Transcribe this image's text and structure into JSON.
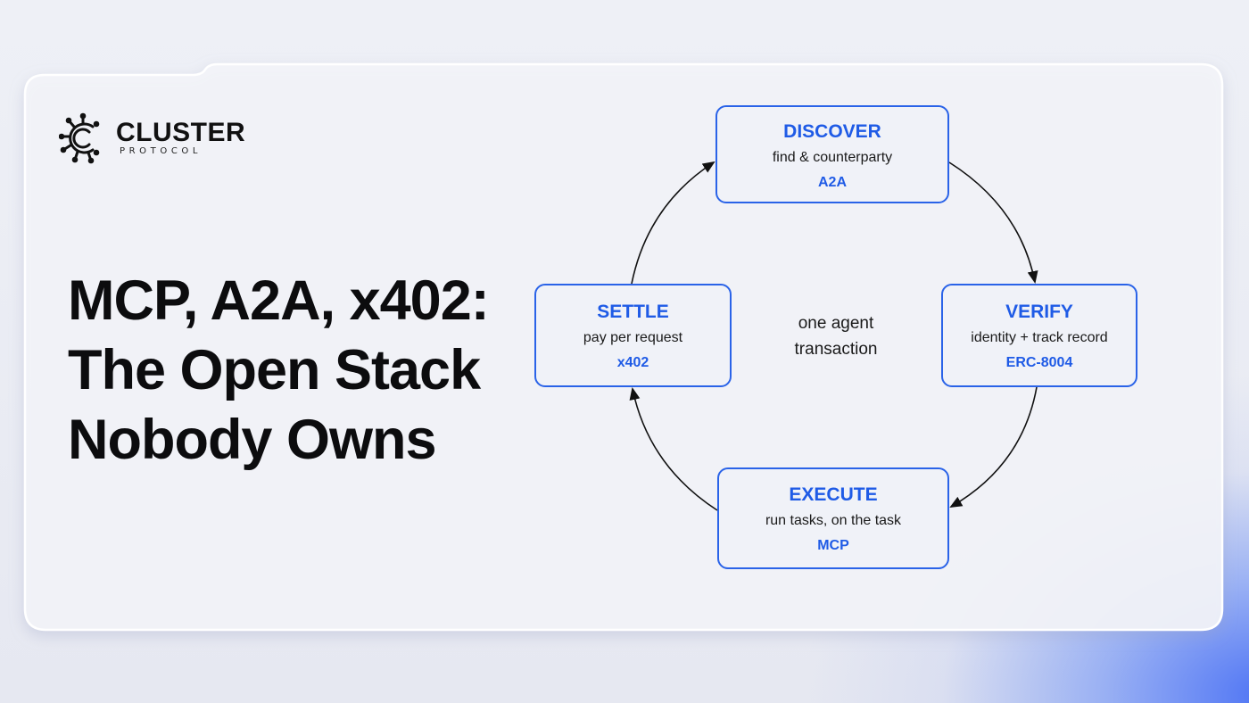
{
  "brand": {
    "name": "CLUSTER",
    "sub": "PROTOCOL"
  },
  "headline": {
    "line1": "MCP, A2A, x402:",
    "line2": "The Open Stack",
    "line3": "Nobody Owns"
  },
  "cycle": {
    "center_line1": "one agent",
    "center_line2": "transaction",
    "nodes": {
      "discover": {
        "title": "DISCOVER",
        "desc": "find & counterparty",
        "protocol": "A2A"
      },
      "verify": {
        "title": "VERIFY",
        "desc": "identity + track record",
        "protocol": "ERC-8004"
      },
      "execute": {
        "title": "EXECUTE",
        "desc": "run tasks, on the task",
        "protocol": "MCP"
      },
      "settle": {
        "title": "SETTLE",
        "desc": "pay per request",
        "protocol": "x402"
      }
    }
  },
  "colors": {
    "accent": "#1f5be6",
    "text": "#0c0c0e",
    "background": "#e9ebf3"
  },
  "icons": {
    "logo": "cluster-logo-icon"
  }
}
